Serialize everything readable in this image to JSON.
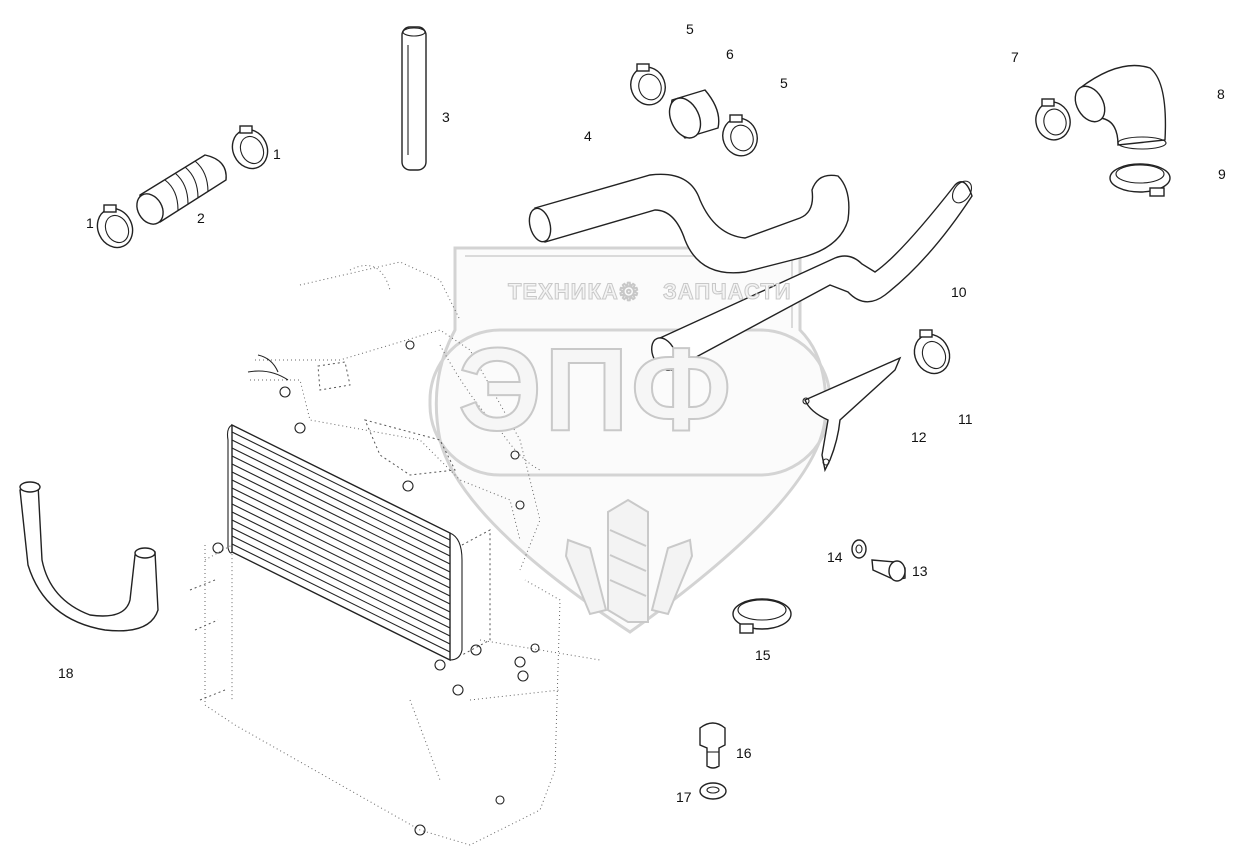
{
  "watermark": {
    "brand_left": "ТЕХНИКА",
    "brand_right": "ЗАПЧАСТИ",
    "logo": "ЭПФ",
    "gear_icon": "gear-icon"
  },
  "callouts": {
    "c1a": "1",
    "c1b": "1",
    "c2": "2",
    "c3": "3",
    "c4": "4",
    "c5a": "5",
    "c5b": "5",
    "c6": "6",
    "c7": "7",
    "c8": "8",
    "c9": "9",
    "c10": "10",
    "c11": "11",
    "c12": "12",
    "c13": "13",
    "c14": "14",
    "c15": "15",
    "c16": "16",
    "c17": "17",
    "c18": "18"
  }
}
